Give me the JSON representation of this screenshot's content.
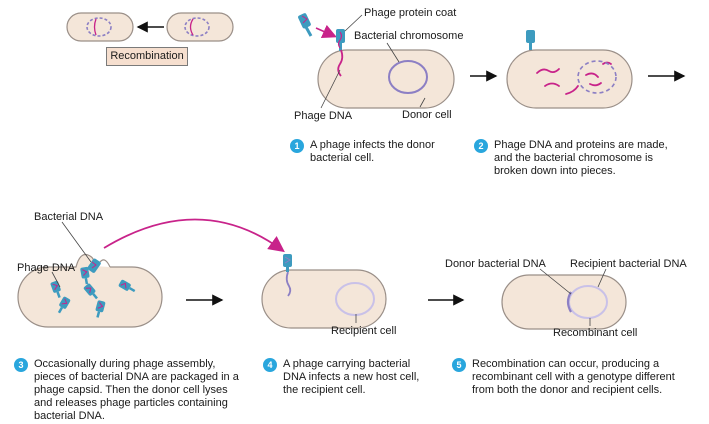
{
  "recombination_label": "Recombination",
  "labels": {
    "phage_protein_coat": "Phage protein coat",
    "bacterial_chromosome": "Bacterial chromosome",
    "phage_dna_top": "Phage DNA",
    "donor_cell": "Donor cell",
    "bacterial_dna": "Bacterial DNA",
    "phage_dna_bottom": "Phage DNA",
    "recipient_cell": "Recipient cell",
    "donor_bacterial_dna": "Donor bacterial DNA",
    "recipient_bacterial_dna": "Recipient bacterial DNA",
    "recombinant_cell": "Recombinant cell"
  },
  "steps": [
    {
      "number": "1",
      "text": "A phage infects the donor bacterial cell."
    },
    {
      "number": "2",
      "text": "Phage DNA and proteins are made, and the bacterial chromosome is broken down into pieces."
    },
    {
      "number": "3",
      "text": "Occasionally during phage assembly, pieces of bacterial DNA are packaged in a phage capsid. Then the donor cell lyses and releases phage particles containing bacterial DNA."
    },
    {
      "number": "4",
      "text": "A phage carrying bacterial DNA infects a new host cell, the recipient cell."
    },
    {
      "number": "5",
      "text": "Recombination can occur, producing a recombinant cell with a genotype different from both the donor and recipient cells."
    }
  ],
  "colors": {
    "cell_fill": "#f4e6d9",
    "cell_stroke": "#9a8f88",
    "chromosome": "#8c7fc4",
    "phage_dna": "#c8238a",
    "phage_coat": "#3d9bbf",
    "step_badge": "#29a6dd"
  }
}
